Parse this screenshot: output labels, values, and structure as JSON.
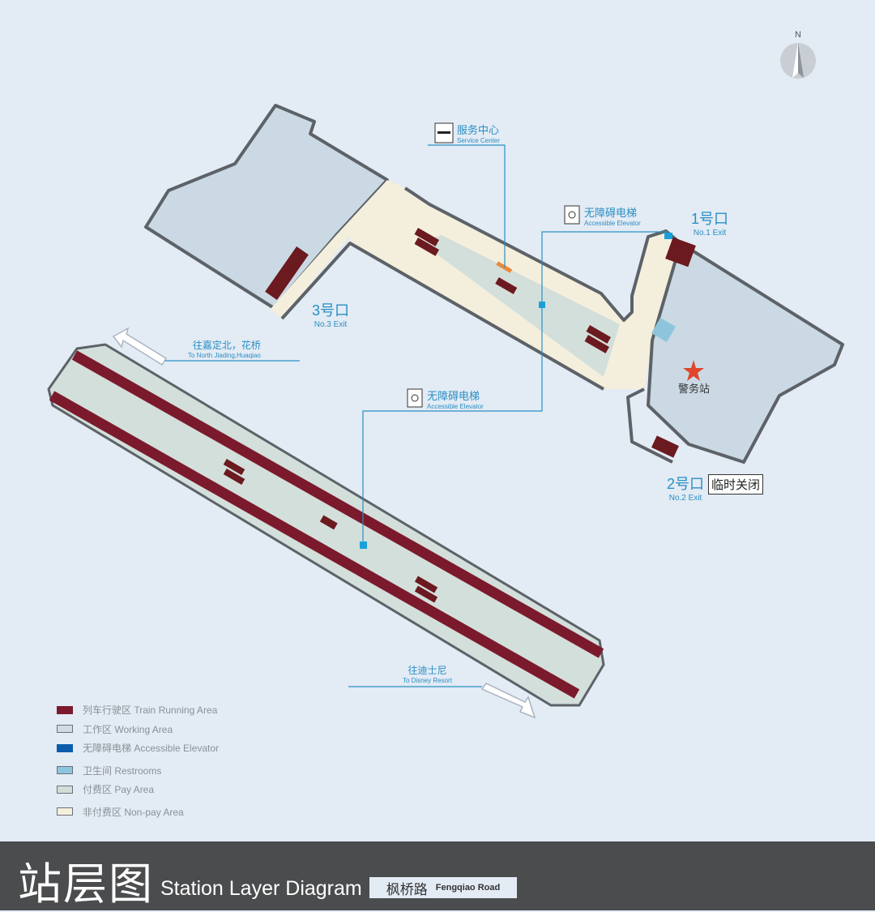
{
  "compass": {
    "north_label": "N"
  },
  "labels": {
    "service_center": {
      "zh": "服务中心",
      "en": "Service Center"
    },
    "elevator_top": {
      "zh": "无障碍电梯",
      "en": "Accessible Elevator"
    },
    "elevator_bottom": {
      "zh": "无障碍电梯",
      "en": "Accessible Elevator"
    },
    "exit1": {
      "zh": "1号口",
      "en": "No.1 Exit"
    },
    "exit2": {
      "zh": "2号口",
      "en": "No.2 Exit",
      "status": "临时关闭"
    },
    "exit3": {
      "zh": "3号口",
      "en": "No.3 Exit"
    },
    "police": "警务站",
    "dir_north": {
      "zh": "往嘉定北，花桥",
      "en": "To North Jiading,Huaqiao"
    },
    "dir_disney": {
      "zh": "往迪士尼",
      "en": "To Disney Resort"
    }
  },
  "legend": [
    {
      "label": "列车行驶区 Train Running Area",
      "color": "#7b1a2c"
    },
    {
      "label": "工作区 Working Area",
      "color": "#cfdbe5"
    },
    {
      "label": "无障碍电梯 Accessible Elevator",
      "color": "#0b5cad"
    },
    {
      "label": "卫生间 Restrooms",
      "color": "#8cc6dc"
    },
    {
      "label": "付费区 Pay Area",
      "color": "#d3ddd8"
    },
    {
      "label": "非付费区 Non-pay Area",
      "color": "#f5f0dc"
    }
  ],
  "footer": {
    "title_zh": "站层图",
    "title_en": "Station Layer Diagram",
    "station_zh": "枫桥路",
    "station_en": "Fengqiao Road"
  }
}
